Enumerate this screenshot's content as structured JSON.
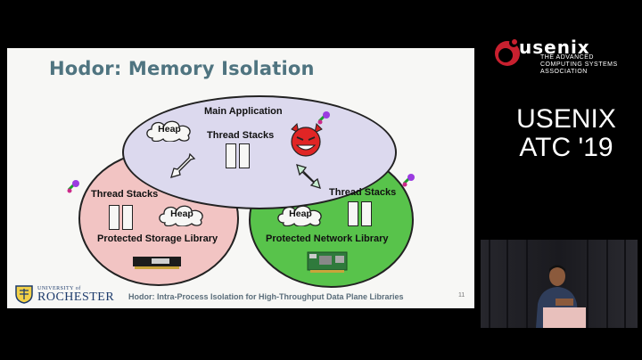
{
  "slide": {
    "title": "Hodor: Memory Isolation",
    "main_application": "Main Application",
    "top_heap": "Heap",
    "top_thread_stacks": "Thread Stacks",
    "left_thread_stacks": "Thread Stacks",
    "left_heap": "Heap",
    "left_library": "Protected Storage Library",
    "right_thread_stacks": "Thread Stacks",
    "right_heap": "Heap",
    "right_library": "Protected Network Library",
    "footer": "Hodor: Intra-Process Isolation for High-Throughput Data Plane Libraries",
    "page_number": "11",
    "logo_line1": "UNIVERSITY of",
    "logo_line2": "ROCHESTER"
  },
  "sidebar": {
    "brand": "usenix",
    "tagline_1": "THE ADVANCED",
    "tagline_2": "COMPUTING SYSTEMS",
    "tagline_3": "ASSOCIATION",
    "conf_line1": "USENIX",
    "conf_line2": "ATC '19"
  },
  "colors": {
    "slide_bg": "#f7f7f5",
    "title": "#4f7480",
    "ellipse_top": "#dcd9ee",
    "ellipse_left": "#f2c4c3",
    "ellipse_right": "#58c34b",
    "usenix_red": "#c8202f"
  },
  "icons": [
    "devil-face-icon",
    "key-icon",
    "arrow-icon",
    "usenix-logo-icon",
    "university-shield-icon"
  ]
}
